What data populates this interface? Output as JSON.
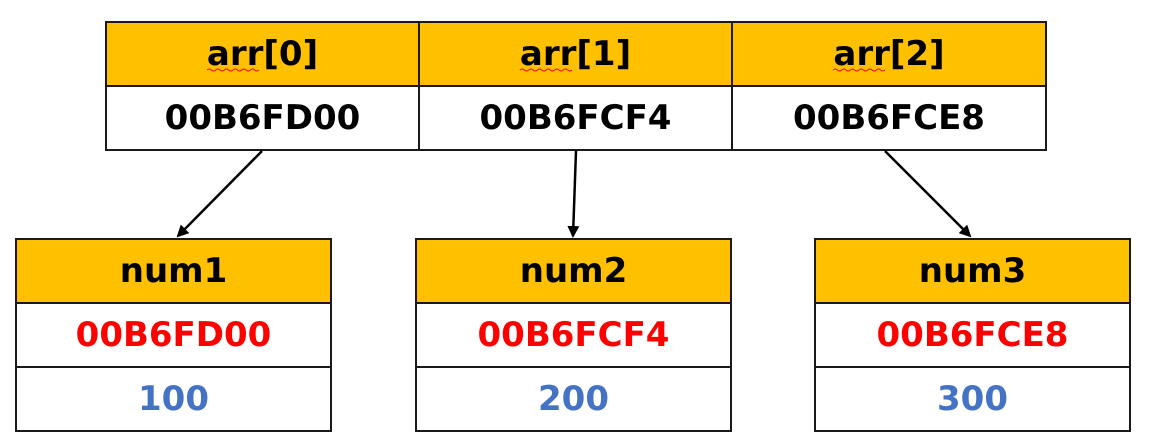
{
  "array": {
    "headers": [
      "arr[0]",
      "arr[1]",
      "arr[2]"
    ],
    "addresses": [
      "00B6FD00",
      "00B6FCF4",
      "00B6FCE8"
    ]
  },
  "variables": [
    {
      "name": "num1",
      "address": "00B6FD00",
      "value": "100"
    },
    {
      "name": "num2",
      "address": "00B6FCF4",
      "value": "200"
    },
    {
      "name": "num3",
      "address": "00B6FCE8",
      "value": "300"
    }
  ],
  "colors": {
    "header_fill": "#ffc000",
    "address_text": "#ff0000",
    "value_text": "#4472c4",
    "border": "#1a1a1a"
  }
}
